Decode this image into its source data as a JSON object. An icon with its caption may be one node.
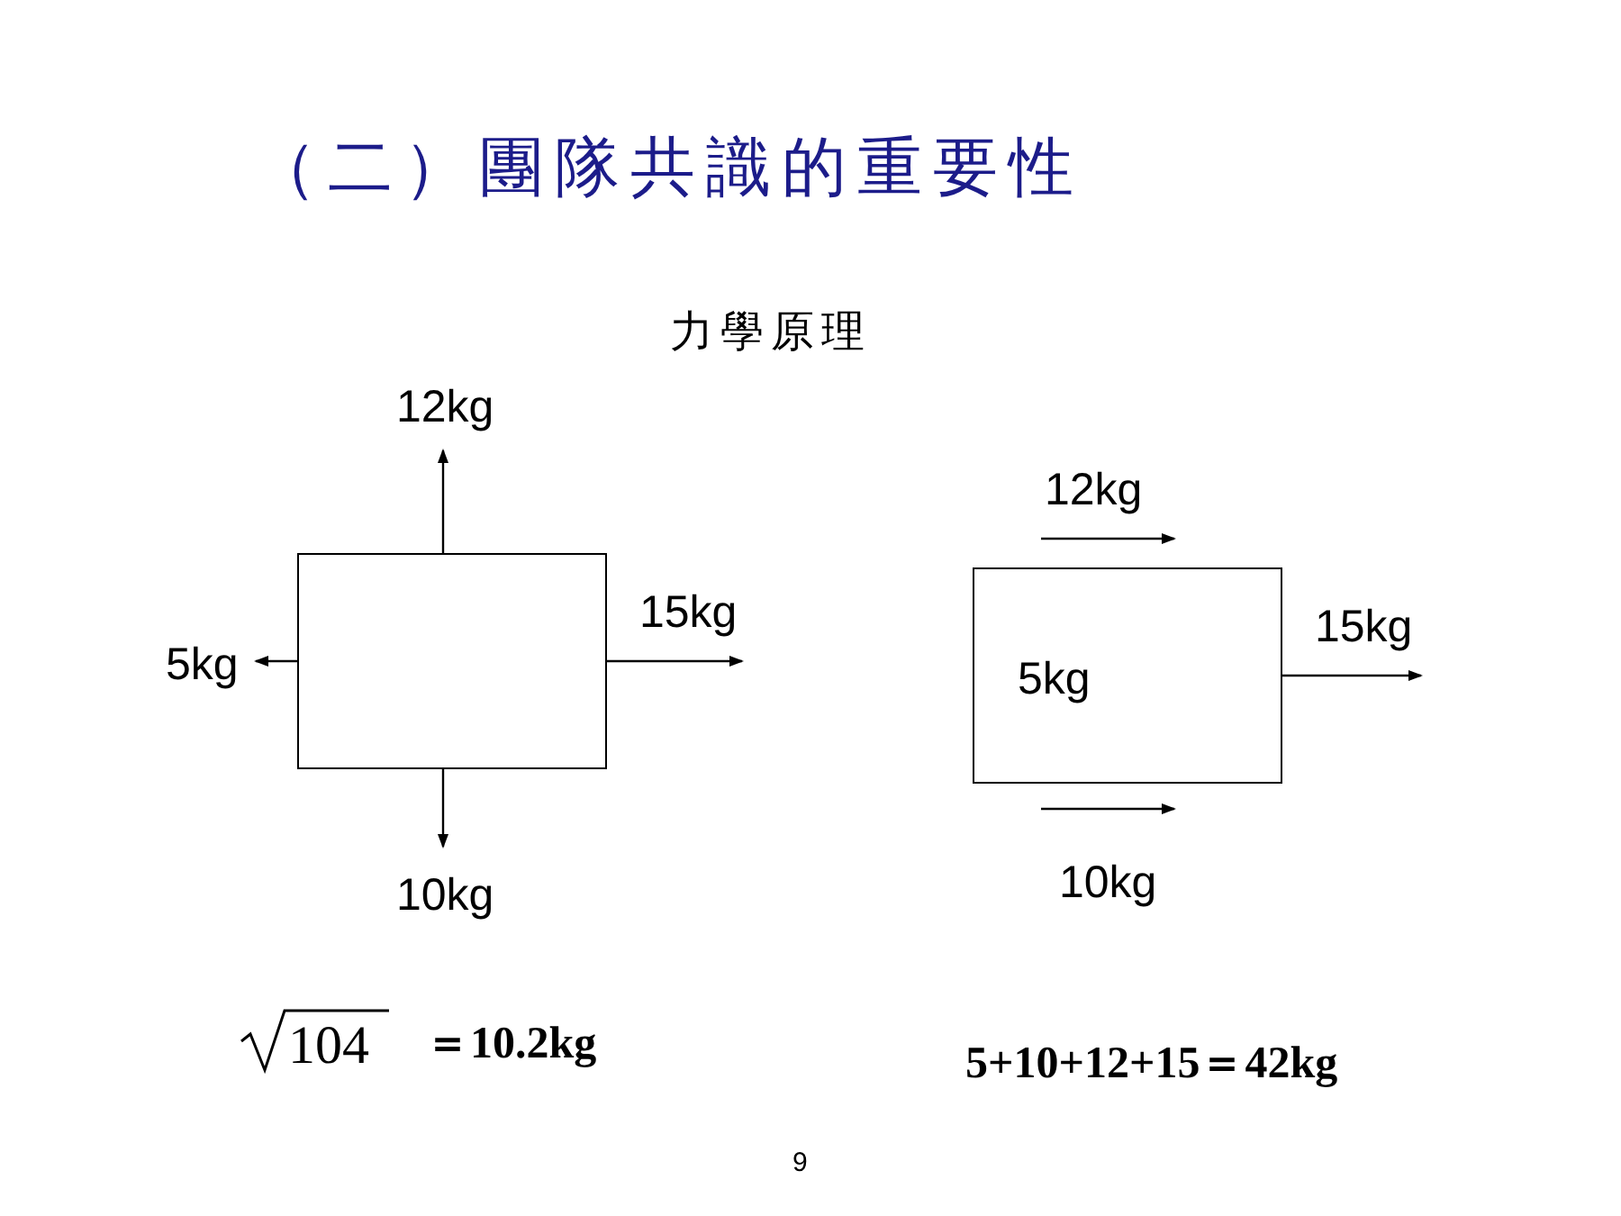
{
  "diagram": {
    "title": "（二）團隊共識的重要性",
    "nodes": [
      {
        "text": [],
        "shape": "box"
      },
      {
        "text": [
          "5kg"
        ]
      }
    ],
    "edges": [],
    "labels": [
      "力學原理",
      "12kg",
      "15kg",
      "5kg",
      "10kg",
      "12kg",
      "15kg",
      "10kg",
      "104",
      "＝10.2kg",
      "5+10+12+15＝42kg",
      "9"
    ]
  }
}
